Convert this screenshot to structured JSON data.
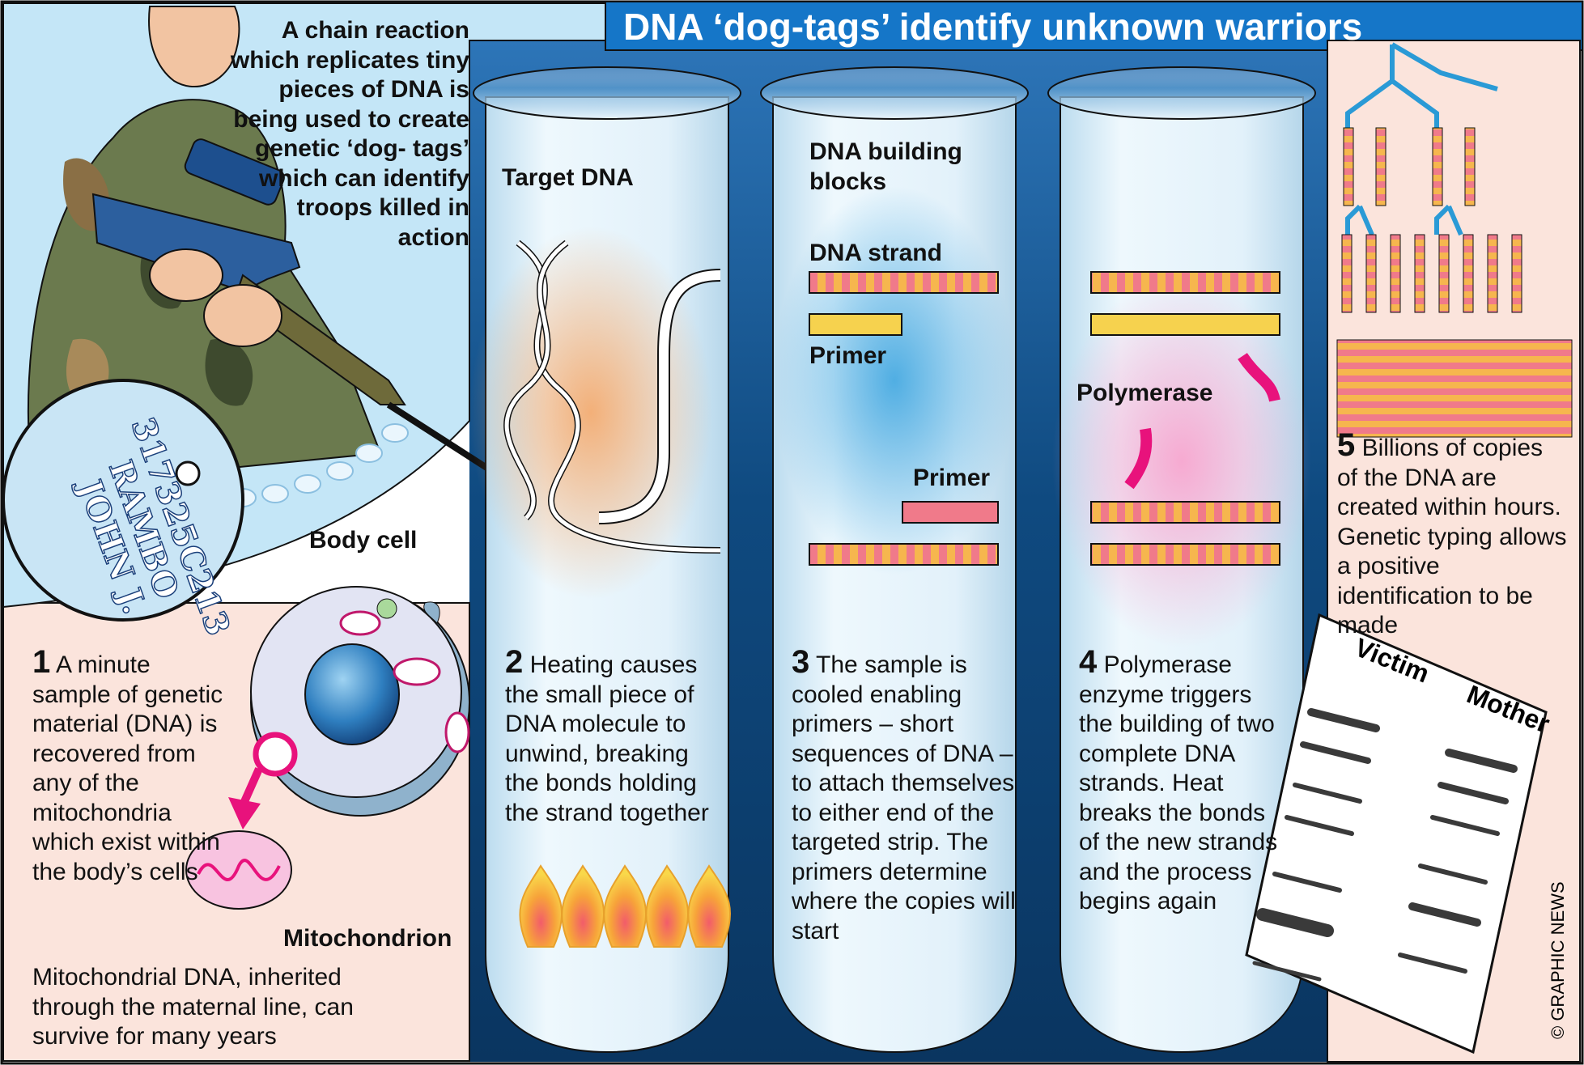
{
  "title": "DNA ‘dog-tags’ identify unknown warriors",
  "intro": "A chain reaction which replicates tiny pieces of DNA is being used to create genetic ‘dog- tags’ which can identify troops killed in action",
  "dog_tag": {
    "line1": "317325C213",
    "line2": "RAMBO",
    "line3": "JOHN J."
  },
  "labels": {
    "body_cell": "Body cell",
    "mitochondrion": "Mitochondrion",
    "target_dna": "Target DNA",
    "building_blocks": "DNA building blocks",
    "dna_strand": "DNA strand",
    "primer_1": "Primer",
    "primer_2": "Primer",
    "polymerase": "Polymerase",
    "victim": "Victim",
    "mother": "Mother"
  },
  "steps": [
    {
      "number": "1",
      "text": "A minute sample of genetic material (DNA) is recovered from any of the mitochondria which exist within the body’s cells"
    },
    {
      "number": "2",
      "text": "Heating causes the small piece of DNA molecule to unwind, breaking the bonds holding the strand together"
    },
    {
      "number": "3",
      "text": "The sample is cooled enabling primers – short sequences of DNA – to attach themselves to either end of the targeted strip. The primers determine where the copies will start"
    },
    {
      "number": "4",
      "text": "Polymerase enzyme triggers the building of two complete DNA strands. Heat breaks the bonds of the new strands and the process begins again"
    },
    {
      "number": "5",
      "text": "Billions of copies of the DNA are created within hours. Genetic typing allows a positive identification to be made"
    }
  ],
  "note": "Mitochondrial DNA, inherited through the maternal line, can survive for many years",
  "credit": "© GRAPHIC NEWS",
  "colors": {
    "navy": "#0c3b66",
    "header_blue": "#1576c8",
    "sky": "#bfe3f6",
    "pink_panel": "#fbe4dc",
    "tube_glass": "#e6f3fb",
    "strand_pink": "#f07a8a",
    "strand_orange": "#f6b64e",
    "magenta": "#e8127c",
    "flame": "#f7c93a"
  }
}
